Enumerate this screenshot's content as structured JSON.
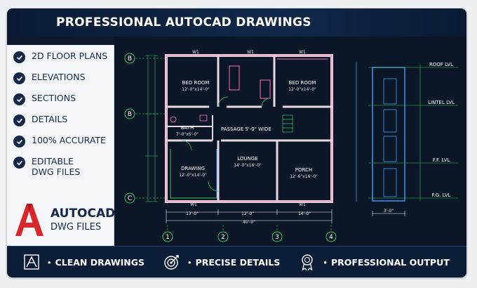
{
  "header": {
    "title": "PROFESSIONAL AUTOCAD DRAWINGS"
  },
  "checklist": [
    {
      "line1": "2D FLOOR PLANS",
      "line2": ""
    },
    {
      "line1": "ELEVATIONS",
      "line2": ""
    },
    {
      "line1": "SECTIONS",
      "line2": ""
    },
    {
      "line1": "DETAILS",
      "line2": ""
    },
    {
      "line1": "100% ACCURATE",
      "line2": ""
    },
    {
      "line1": "EDITABLE",
      "line2": "DWG FILES"
    }
  ],
  "brand": {
    "line1": "AUTOCAD",
    "line2": "DWG FILES",
    "logo_color": "#d8262a"
  },
  "plan": {
    "rooms": {
      "bed1": {
        "name": "BED ROOM",
        "size": "12'-0\"x14'-0\""
      },
      "bed2": {
        "name": "BED ROOM",
        "size": "12'-0\"x14'-0\""
      },
      "bath": {
        "name": "BATH",
        "size": "7'-0\"x5'-0\""
      },
      "passage": {
        "name": "PASSAGE 5'-0\" WIDE"
      },
      "drawing": {
        "name": "DRAWING",
        "size": "12'-0\"x14'-0\""
      },
      "lounge": {
        "name": "LOUNGE",
        "size": "14'-0\"x16'-0\""
      },
      "porch": {
        "name": "PORCH",
        "size": "12'-6\"x16'-0\""
      }
    },
    "grid_rows": [
      "B",
      "B",
      "C"
    ],
    "grid_cols": [
      "1",
      "2",
      "3",
      "4"
    ],
    "dims_bottom": [
      "13'-0\"",
      "12'-0\"",
      "14'-0\""
    ],
    "dim_total": "40'-0\"",
    "window_tags": [
      "W1",
      "W1",
      "W1",
      "W1",
      "W1"
    ],
    "level_labels": [
      "ROOF LVL",
      "LINTEL LVL",
      "F.F. LVL",
      "F.G. LVL"
    ],
    "elevation_dim": "3'-0\""
  },
  "footer": {
    "features": [
      {
        "label": "CLEAN DRAWINGS",
        "icon": "drawing-compass-icon"
      },
      {
        "label": "PRECISE DETAILS",
        "icon": "target-icon"
      },
      {
        "label": "PROFESSIONAL OUTPUT",
        "icon": "award-ribbon-icon"
      }
    ]
  },
  "colors": {
    "navy": "#0d1a2e",
    "wall": "#e8d6e0",
    "wall_outline": "#ff6fb0",
    "dim_green": "#34c759",
    "elevation_blue": "#3aa0ff"
  }
}
